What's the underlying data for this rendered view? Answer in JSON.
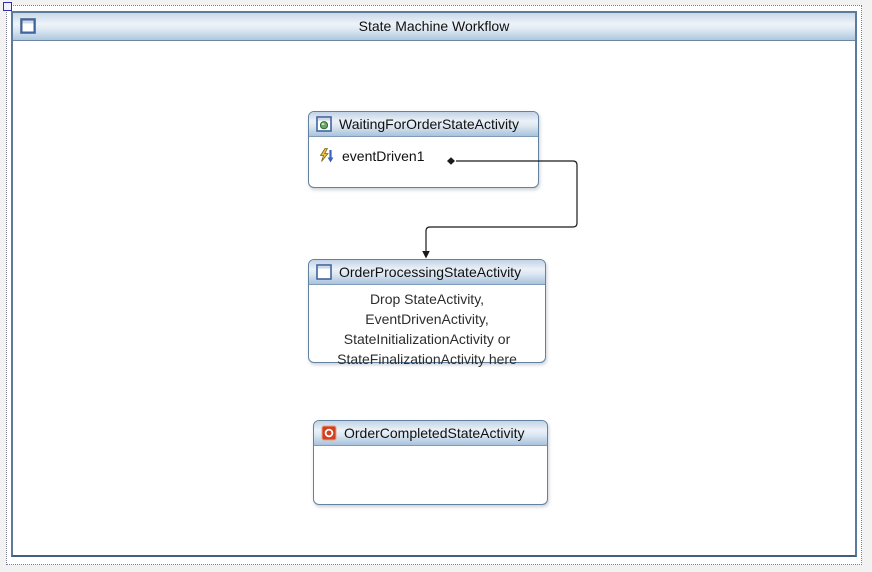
{
  "window": {
    "title": "State Machine Workflow",
    "icon": "workflow-root-icon"
  },
  "states": [
    {
      "title": "WaitingForOrderStateActivity",
      "icon": "state-activity-icon",
      "event": {
        "label": "eventDriven1",
        "icon": "event-driven-icon"
      }
    },
    {
      "title": "OrderProcessingStateActivity",
      "icon": "state-activity-window-icon",
      "placeholder_lines": [
        "Drop StateActivity,",
        "EventDrivenActivity,",
        "StateInitializationActivity or",
        "StateFinalizationActivity here"
      ]
    },
    {
      "title": "OrderCompletedStateActivity",
      "icon": "completed-state-icon"
    }
  ],
  "connector": {
    "from": "eventDriven1",
    "to": "OrderProcessingStateActivity"
  },
  "colors": {
    "window_border": "#5b7a9d",
    "box_border": "#63829f",
    "header_gradient_top": "#c2d3e5",
    "header_gradient_bottom": "#a9c2dc",
    "completed_icon_red": "#d2401e",
    "lightning_yellow": "#f0c040",
    "arrow_blue": "#3a62b8",
    "connector_line": "#1a1a1a"
  }
}
